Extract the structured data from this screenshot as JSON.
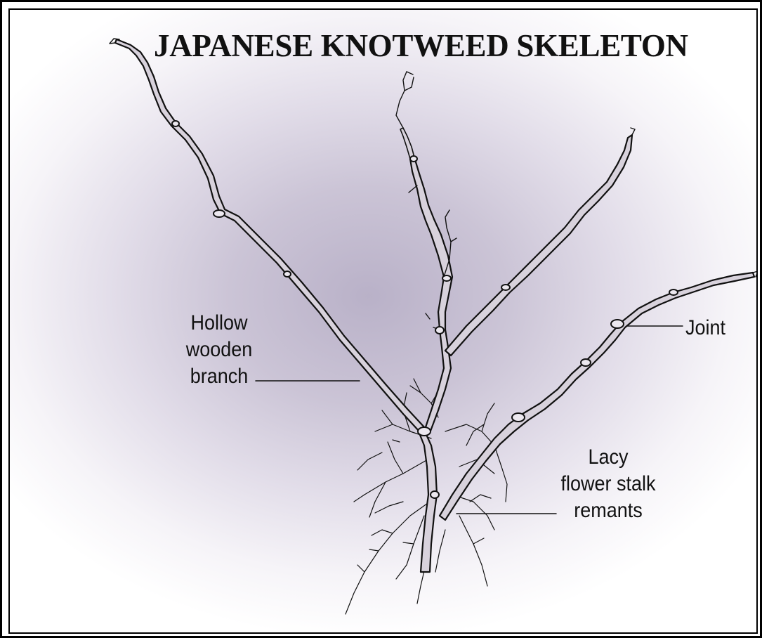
{
  "title": "JAPANESE KNOTWEED SKELETON",
  "labels": {
    "hollow_line1": "Hollow",
    "hollow_line2": "wooden",
    "hollow_line3": "branch",
    "joint": "Joint",
    "lacy_line1": "Lacy",
    "lacy_line2": "flower stalk",
    "lacy_line3": "remants"
  },
  "colors": {
    "ink": "#111111",
    "background_center": "#b9b1c8",
    "background_edge": "#ffffff",
    "stem_fill": "#d8d2dc"
  }
}
